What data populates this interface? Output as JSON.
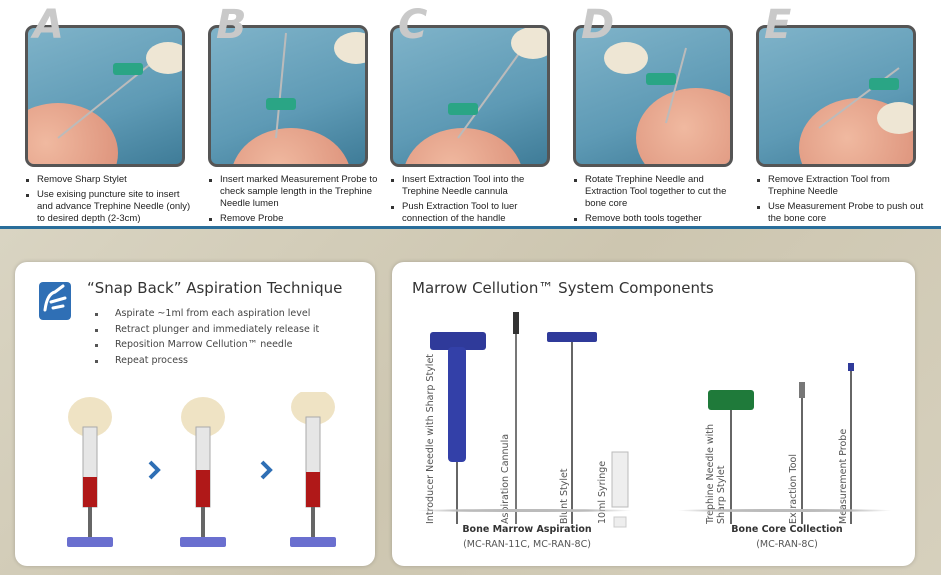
{
  "steps": [
    {
      "letter": "A",
      "bullets": [
        "Remove Sharp Stylet",
        "Use exising puncture site to insert and advance Trephine Needle (only) to desired depth (2-3cm)"
      ]
    },
    {
      "letter": "B",
      "bullets": [
        "Insert marked Measurement Probe to check sample length in the Trephine Needle lumen",
        "Remove Probe"
      ]
    },
    {
      "letter": "C",
      "bullets": [
        "Insert Extraction Tool into the Trephine Needle cannula",
        "Push Extraction Tool to luer connection of the handle"
      ]
    },
    {
      "letter": "D",
      "bullets": [
        "Rotate Trephine Needle and Extraction Tool together to cut the bone core",
        "Remove both tools together"
      ]
    },
    {
      "letter": "E",
      "bullets": [
        "Remove Extraction Tool from Trephine Needle",
        "Use Measurement Probe to push out the bone core"
      ]
    }
  ],
  "snapback": {
    "title": "“Snap Back” Aspiration Technique",
    "bullets": [
      "Aspirate ~1ml from each aspiration level",
      "Retract plunger and immediately release it",
      "Reposition Marrow Cellution™ needle",
      "Repeat process"
    ]
  },
  "components": {
    "title": "Marrow Cellution™ System Components",
    "items": [
      "Introducer Needle with Sharp Stylet",
      "Aspiration Cannula",
      "Blunt Stylet",
      "10ml Syringe",
      "Trephine Needle with Sharp Stylet",
      "Extraction Tool",
      "Measurement Probe"
    ],
    "groups": [
      {
        "name": "Bone Marrow Aspiration",
        "codes": "(MC-RAN-11C, MC-RAN-8C)"
      },
      {
        "name": "Bone Core Collection",
        "codes": "(MC-RAN-8C)"
      }
    ]
  },
  "colors": {
    "accent": "#2a6e9a",
    "blue_device": "#2f3a9a",
    "green_device": "#1f7a3a"
  }
}
